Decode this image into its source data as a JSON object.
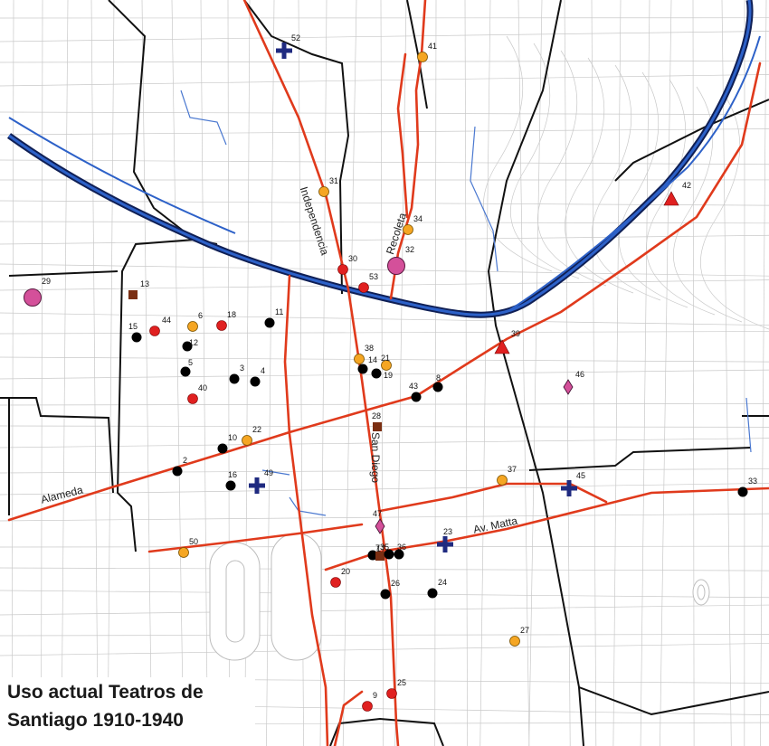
{
  "title": {
    "line1": "Uso actual Teatros de",
    "line2": "Santiago 1910-1940"
  },
  "streets": [
    {
      "key": "independencia",
      "text": "Independencia"
    },
    {
      "key": "recoleta",
      "text": "Recoleta"
    },
    {
      "key": "san-diego",
      "text": "San Diego"
    },
    {
      "key": "alameda",
      "text": "Alameda"
    },
    {
      "key": "av-matta",
      "text": "Av. Matta"
    }
  ],
  "legend_colors": {
    "black": "#000000",
    "orange": "#f5a623",
    "red": "#e02020",
    "magenta": "#d4509a",
    "brown": "#7a2e12",
    "navy": "#1f2a80",
    "avenue": "#e03a1c",
    "river": "#1e4faa",
    "district": "#111111"
  },
  "theatres": [
    {
      "id": "2",
      "symbol": "black-circle"
    },
    {
      "id": "3",
      "symbol": "black-circle"
    },
    {
      "id": "4",
      "symbol": "black-circle"
    },
    {
      "id": "5",
      "symbol": "black-circle"
    },
    {
      "id": "6",
      "symbol": "orange-circle"
    },
    {
      "id": "7",
      "symbol": "black-circle"
    },
    {
      "id": "8",
      "symbol": "black-circle"
    },
    {
      "id": "9",
      "symbol": "red-circle"
    },
    {
      "id": "10",
      "symbol": "black-circle"
    },
    {
      "id": "11",
      "symbol": "black-circle"
    },
    {
      "id": "12",
      "symbol": "black-circle"
    },
    {
      "id": "13",
      "symbol": "brown-square"
    },
    {
      "id": "14",
      "symbol": "black-circle"
    },
    {
      "id": "15",
      "symbol": "black-circle"
    },
    {
      "id": "16",
      "symbol": "black-circle"
    },
    {
      "id": "17",
      "symbol": "brown-square"
    },
    {
      "id": "18",
      "symbol": "red-circle"
    },
    {
      "id": "19",
      "symbol": "black-circle"
    },
    {
      "id": "20",
      "symbol": "red-circle"
    },
    {
      "id": "21",
      "symbol": "orange-circle"
    },
    {
      "id": "22",
      "symbol": "orange-circle"
    },
    {
      "id": "23",
      "symbol": "navy-cross"
    },
    {
      "id": "24",
      "symbol": "black-circle"
    },
    {
      "id": "25",
      "symbol": "red-circle"
    },
    {
      "id": "26",
      "symbol": "black-circle"
    },
    {
      "id": "27",
      "symbol": "orange-circle"
    },
    {
      "id": "28",
      "symbol": "brown-square"
    },
    {
      "id": "29",
      "symbol": "magenta-circle"
    },
    {
      "id": "30",
      "symbol": "red-circle"
    },
    {
      "id": "31",
      "symbol": "orange-circle"
    },
    {
      "id": "32",
      "symbol": "magenta-circle"
    },
    {
      "id": "33",
      "symbol": "black-circle"
    },
    {
      "id": "34",
      "symbol": "orange-circle"
    },
    {
      "id": "35",
      "symbol": "black-circle"
    },
    {
      "id": "36",
      "symbol": "black-circle"
    },
    {
      "id": "37",
      "symbol": "orange-circle"
    },
    {
      "id": "38",
      "symbol": "orange-circle"
    },
    {
      "id": "39",
      "symbol": "red-triangle"
    },
    {
      "id": "40",
      "symbol": "red-circle"
    },
    {
      "id": "41",
      "symbol": "orange-circle"
    },
    {
      "id": "42",
      "symbol": "red-triangle"
    },
    {
      "id": "43",
      "symbol": "black-circle"
    },
    {
      "id": "44",
      "symbol": "red-circle"
    },
    {
      "id": "45",
      "symbol": "navy-cross"
    },
    {
      "id": "46",
      "symbol": "magenta-diamond"
    },
    {
      "id": "47",
      "symbol": "magenta-diamond"
    },
    {
      "id": "49",
      "symbol": "navy-cross"
    },
    {
      "id": "50",
      "symbol": "orange-circle"
    },
    {
      "id": "52",
      "symbol": "navy-cross"
    },
    {
      "id": "53",
      "symbol": "red-circle"
    }
  ]
}
